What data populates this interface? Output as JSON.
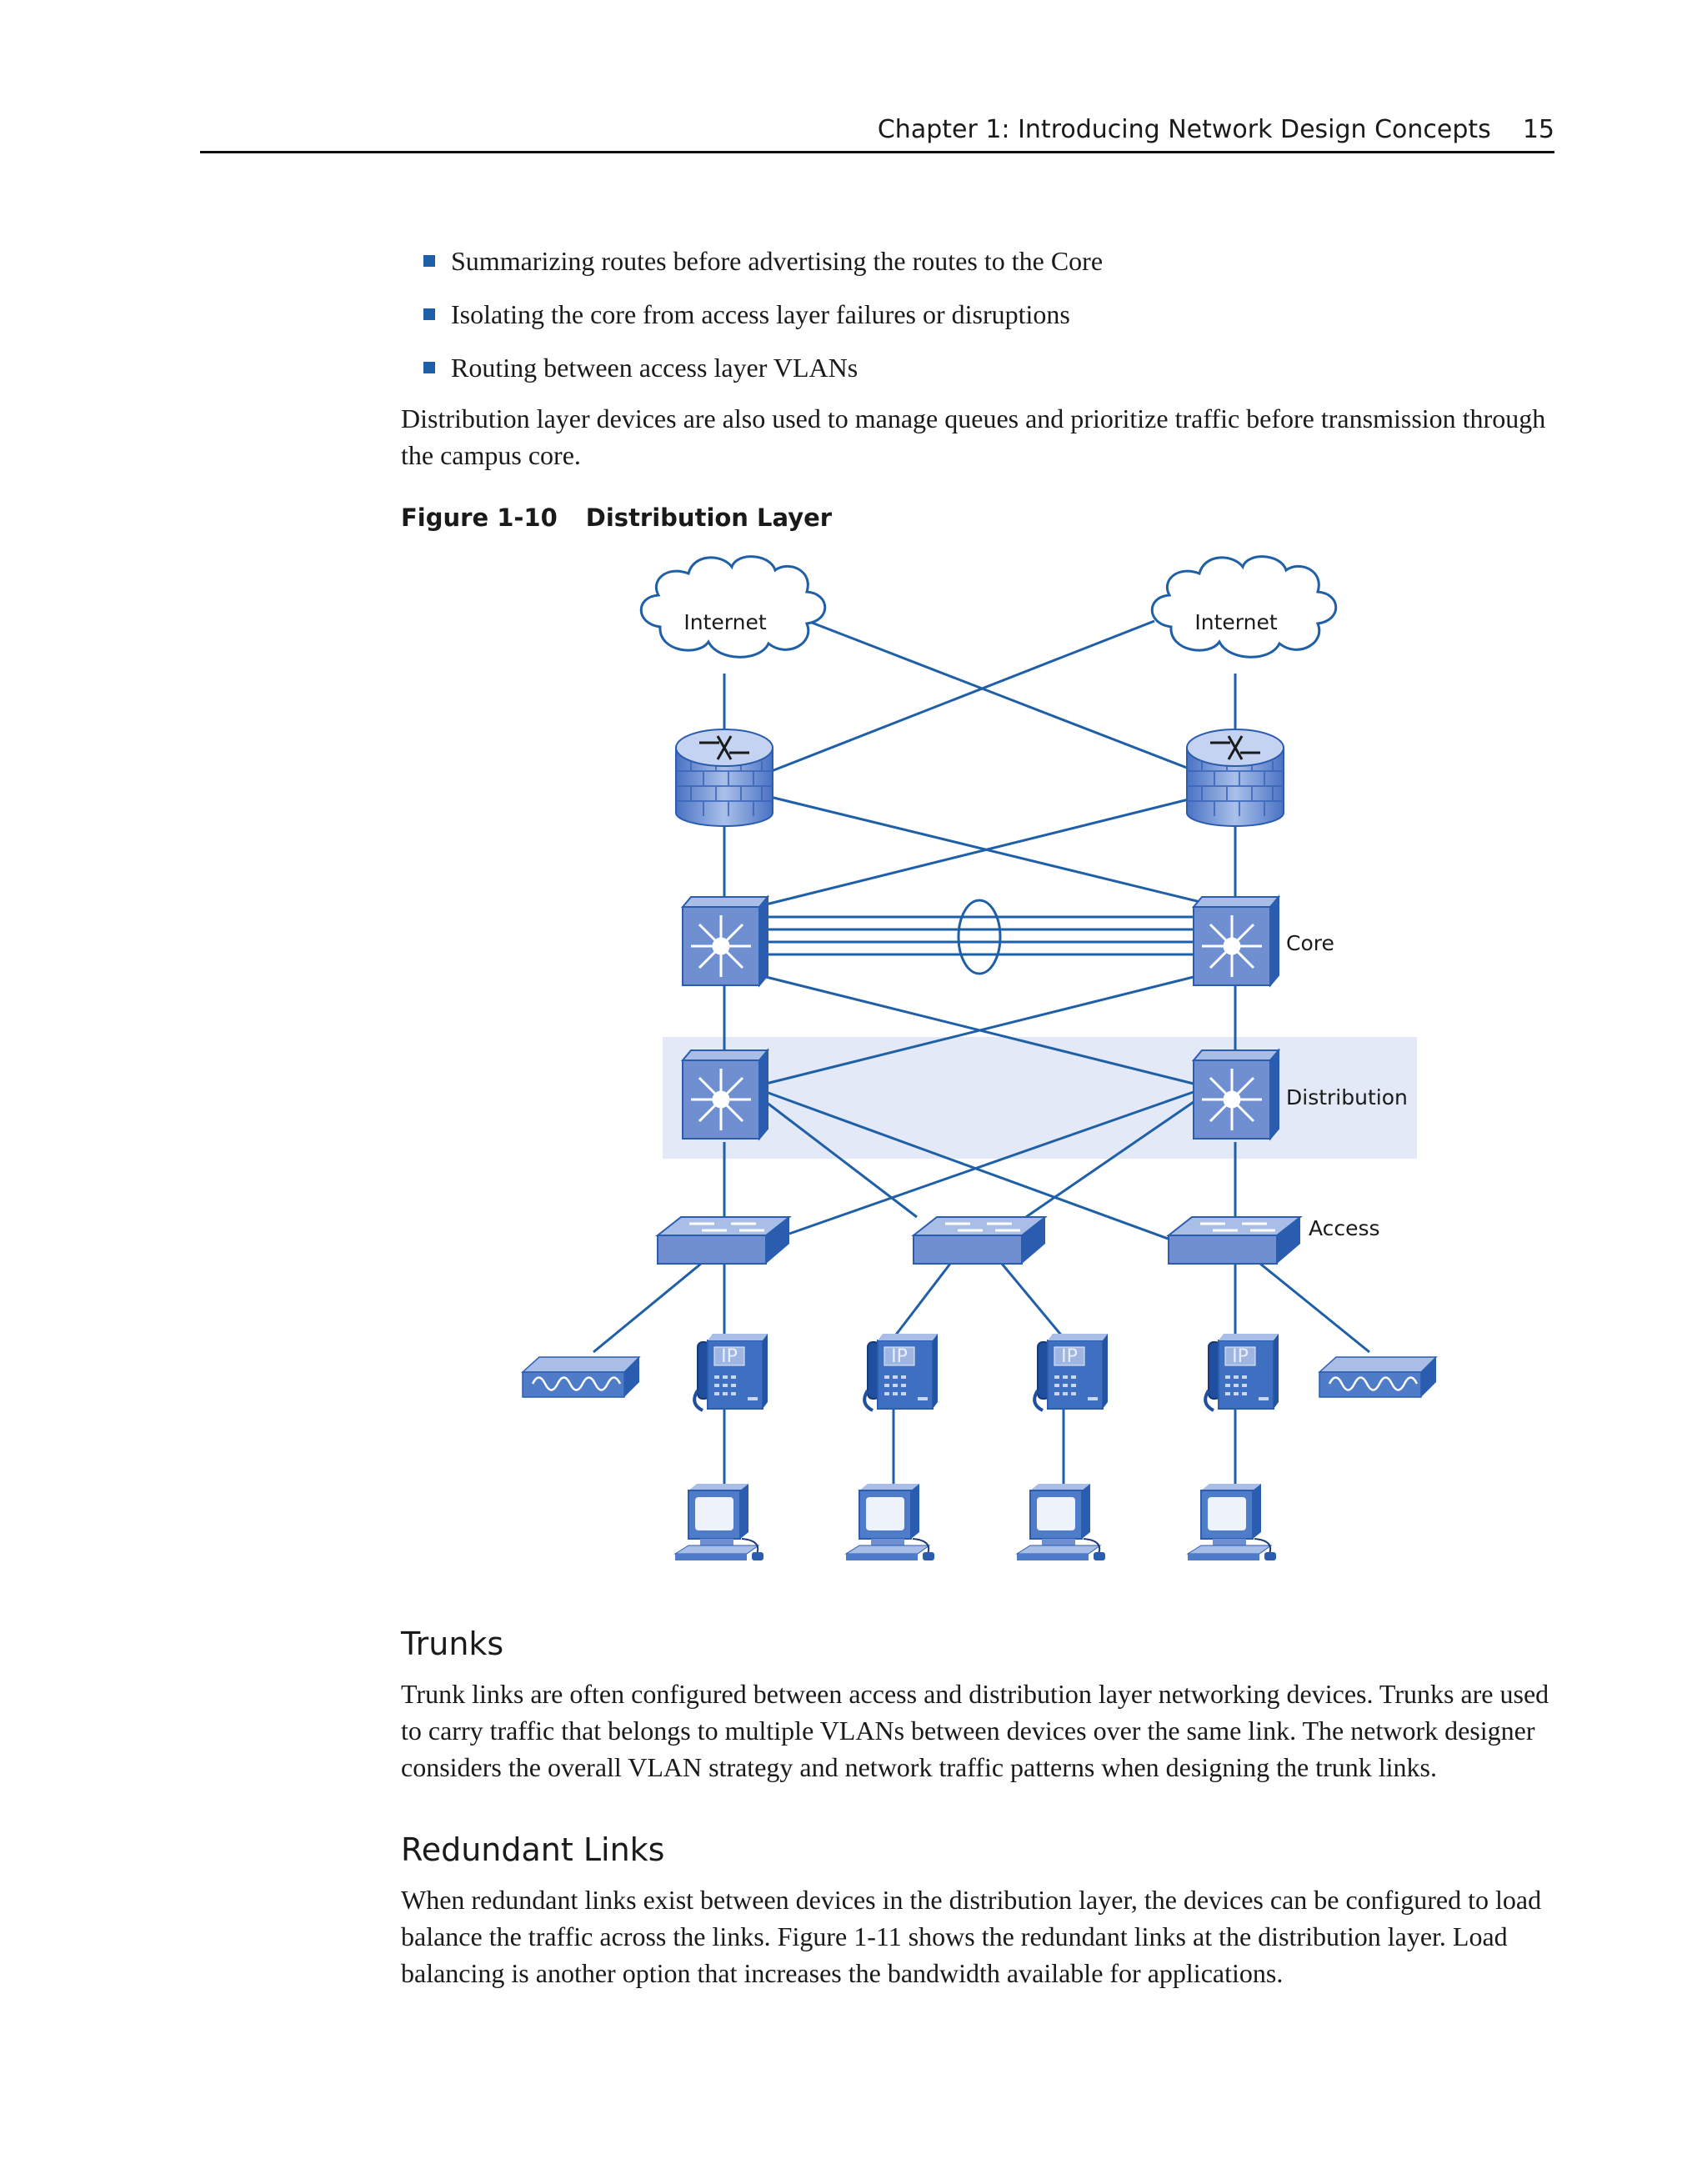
{
  "header": {
    "chapter": "Chapter 1: Introducing Network Design Concepts",
    "page_number": "15"
  },
  "bullets": [
    "Summarizing routes before advertising the routes to the Core",
    "Isolating the core from access layer failures or disruptions",
    "Routing between access layer VLANs"
  ],
  "intro_paragraph": "Distribution layer devices are also used to manage queues and prioritize traffic before transmission through the campus core.",
  "figure": {
    "number": "Figure 1-10",
    "title": "Distribution Layer",
    "labels": {
      "internet_left": "Internet",
      "internet_right": "Internet",
      "core": "Core",
      "distribution": "Distribution",
      "access": "Access",
      "ip": "IP"
    },
    "colors": {
      "link": "#1f5fa8",
      "device_top": "#a9bee6",
      "device_front": "#6f8fd0",
      "device_side": "#2a5cb0",
      "band": "#e3e9f6"
    }
  },
  "sections": [
    {
      "heading": "Trunks",
      "body": "Trunk links are often configured between access and distribution layer networking devices. Trunks are used to carry traffic that belongs to multiple VLANs between devices over the same link. The network designer considers the overall VLAN strategy and network traffic patterns when designing the trunk links."
    },
    {
      "heading": "Redundant Links",
      "body": "When redundant links exist between devices in the distribution layer, the devices can be configured to load balance the traffic across the links. Figure 1-11 shows the redundant links at the distribution layer. Load balancing is another option that increases the bandwidth available for applications."
    }
  ]
}
